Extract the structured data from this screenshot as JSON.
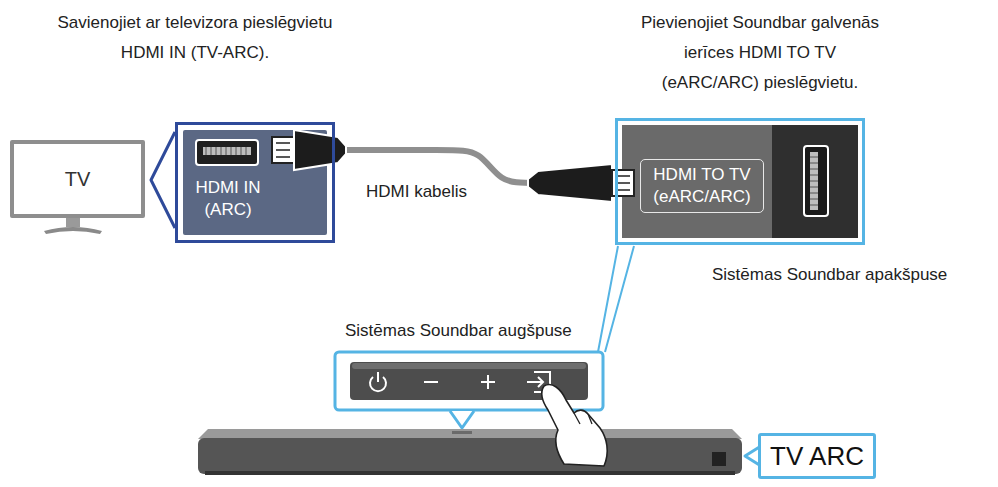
{
  "diagram": {
    "nodes": [
      {
        "text": [
          "TV"
        ]
      },
      {
        "text": [
          "HDMI IN (ARC)"
        ]
      },
      {
        "text": [
          "HDMI TO TV (eARC/ARC)"
        ]
      },
      {
        "text": [
          "TV ARC"
        ]
      }
    ],
    "edges": [
      {
        "from": 1,
        "to": 2,
        "arrow": "none",
        "label": "HDMI kabelis"
      }
    ],
    "labels": [
      "Savienojiet ar televizora pieslēgvietu HDMI IN (TV-ARC).",
      "Pievienojiet Soundbar galvenās ierīces HDMI TO TV (eARC/ARC) pieslēgvietu.",
      "Sistēmas Soundbar apakšpuse",
      "Sistēmas Soundbar augšpuse"
    ]
  }
}
